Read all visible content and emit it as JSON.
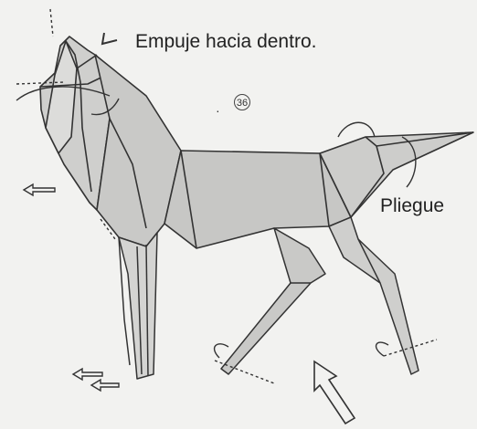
{
  "labels": {
    "push_inside": "Empuje hacia dentro.",
    "fold": "Pliegue",
    "step_number": "36"
  },
  "colors": {
    "paper_fill": "#c9c9c7",
    "paper_light": "#e4e4e2",
    "line": "#333333",
    "background": "#f2f2f0"
  },
  "icons": [
    "fold-arrow-icon",
    "push-arrow-icon",
    "rotation-arrow-icon"
  ]
}
